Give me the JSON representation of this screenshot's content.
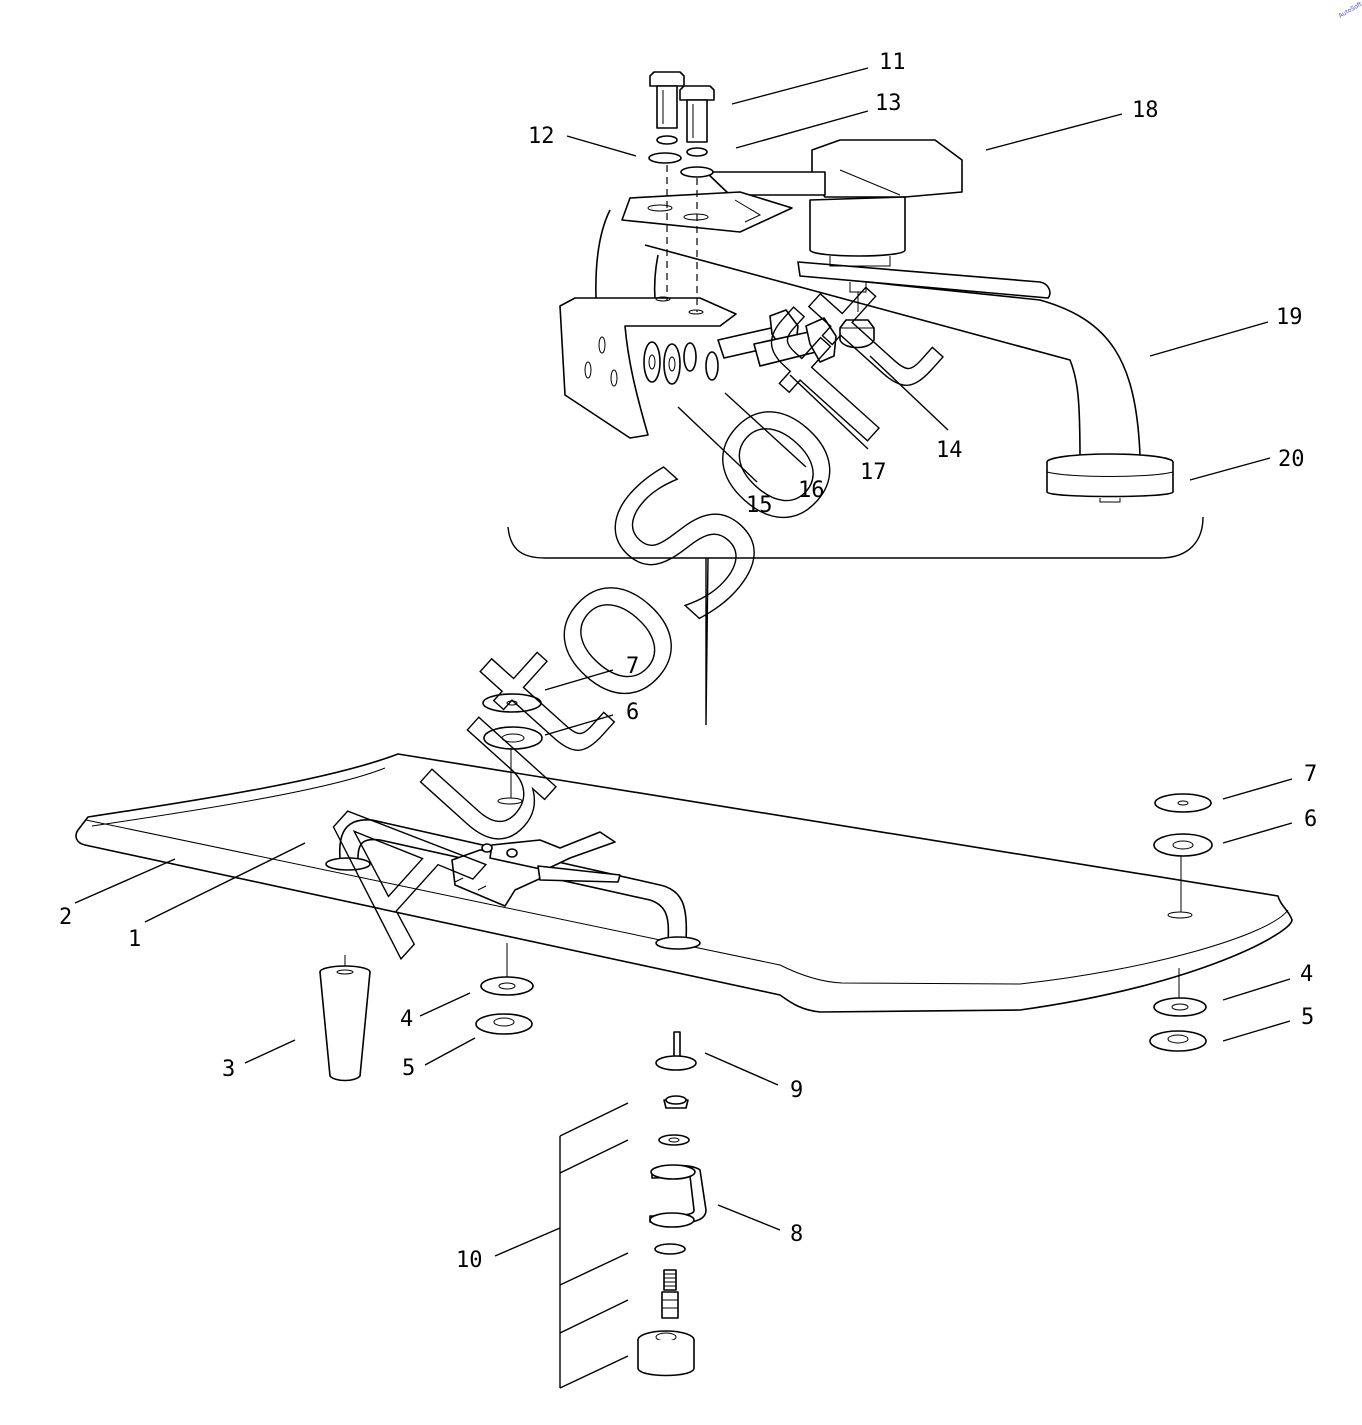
{
  "watermark": "AutoSoft",
  "corner_mark": "AutoSoft",
  "callouts": [
    {
      "id": "11",
      "label": "11"
    },
    {
      "id": "12",
      "label": "12"
    },
    {
      "id": "13",
      "label": "13"
    },
    {
      "id": "18",
      "label": "18"
    },
    {
      "id": "19",
      "label": "19"
    },
    {
      "id": "14",
      "label": "14"
    },
    {
      "id": "15",
      "label": "15"
    },
    {
      "id": "16",
      "label": "16"
    },
    {
      "id": "17",
      "label": "17"
    },
    {
      "id": "20",
      "label": "20"
    },
    {
      "id": "7a",
      "label": "7"
    },
    {
      "id": "6a",
      "label": "6"
    },
    {
      "id": "7b",
      "label": "7"
    },
    {
      "id": "6b",
      "label": "6"
    },
    {
      "id": "2",
      "label": "2"
    },
    {
      "id": "1",
      "label": "1"
    },
    {
      "id": "4a",
      "label": "4"
    },
    {
      "id": "4b",
      "label": "4"
    },
    {
      "id": "5a",
      "label": "5"
    },
    {
      "id": "5b",
      "label": "5"
    },
    {
      "id": "3",
      "label": "3"
    },
    {
      "id": "9",
      "label": "9"
    },
    {
      "id": "8",
      "label": "8"
    },
    {
      "id": "10",
      "label": "10"
    }
  ]
}
